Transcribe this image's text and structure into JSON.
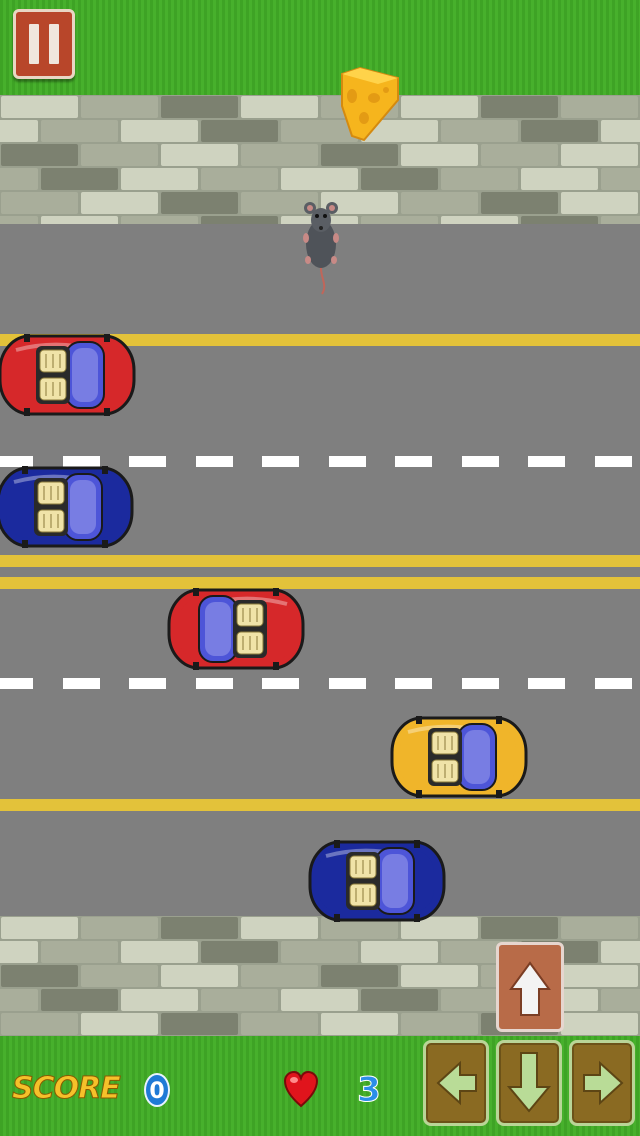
{
  "hud": {
    "score_label": "SCORE",
    "score_value": "0",
    "lives_value": "3"
  },
  "icons": {
    "pause": "pause-icon",
    "heart": "heart-icon",
    "left": "arrow-left-icon",
    "down": "arrow-down-icon",
    "right": "arrow-right-icon",
    "up": "arrow-up-icon"
  },
  "colors": {
    "grass": "#3fa226",
    "road": "#7f7f7f",
    "lane_yellow": "#e3c23a",
    "car_red": "#d6282a",
    "car_blue": "#1b2a9e",
    "car_yellow": "#f0b52a"
  },
  "cars": [
    {
      "color": "red",
      "direction": "right"
    },
    {
      "color": "blue",
      "direction": "right"
    },
    {
      "color": "red",
      "direction": "left"
    },
    {
      "color": "yellow",
      "direction": "right"
    },
    {
      "color": "blue",
      "direction": "right"
    }
  ]
}
